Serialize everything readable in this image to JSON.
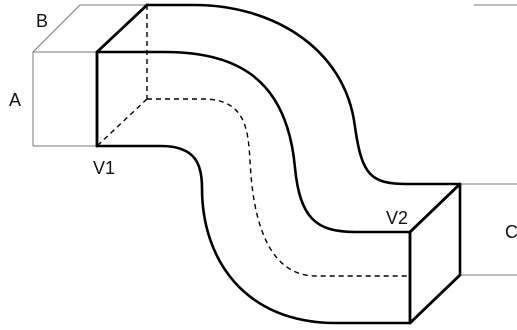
{
  "labels": {
    "a": "A",
    "b": "B",
    "c": "C",
    "v1": "V1",
    "v2": "V2"
  },
  "colors": {
    "stroke": "#000000",
    "dimension_line": "#777777",
    "background": "#ffffff"
  }
}
